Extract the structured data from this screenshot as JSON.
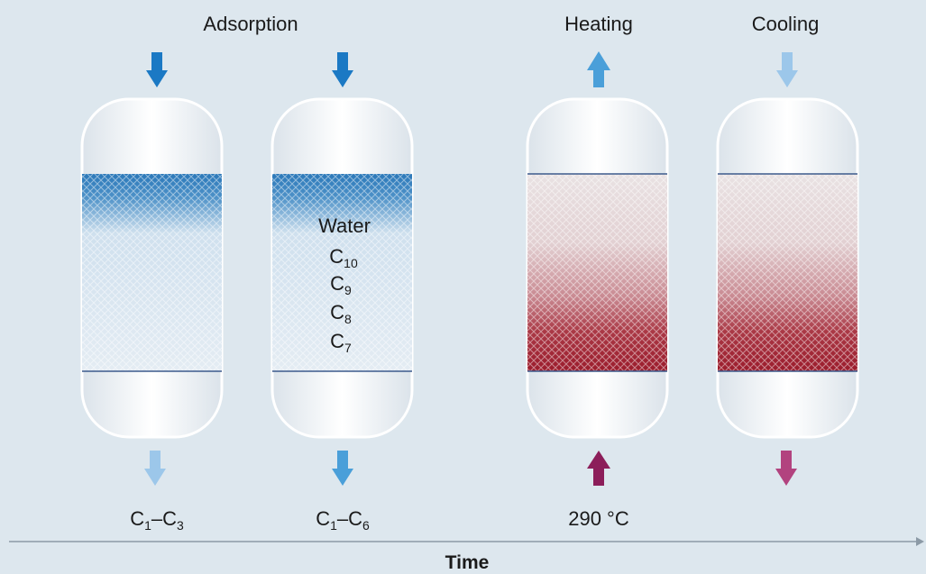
{
  "phases": {
    "adsorption": "Adsorption",
    "heating": "Heating",
    "cooling": "Cooling"
  },
  "vessel2_labels": {
    "water": "Water",
    "c10": {
      "base": "C",
      "sub": "10"
    },
    "c9": {
      "base": "C",
      "sub": "9"
    },
    "c8": {
      "base": "C",
      "sub": "8"
    },
    "c7": {
      "base": "C",
      "sub": "7"
    }
  },
  "outputs": {
    "v1": {
      "a": "C",
      "a_sub": "1",
      "dash": "–",
      "b": "C",
      "b_sub": "3"
    },
    "v2": {
      "a": "C",
      "a_sub": "1",
      "dash": "–",
      "b": "C",
      "b_sub": "6"
    },
    "v3": "290 °C"
  },
  "time_label": "Time",
  "colors": {
    "background": "#dde7ee",
    "adsorbed_blue": "#2b78b9",
    "arrow_blue_dark": "#1b79c4",
    "arrow_blue_mid": "#4a9fd9",
    "arrow_blue_light": "#9cc7ea",
    "arrow_purple": "#8c1e5a",
    "arrow_pink": "#b2437f",
    "heated_red": "#9b1c2c"
  }
}
